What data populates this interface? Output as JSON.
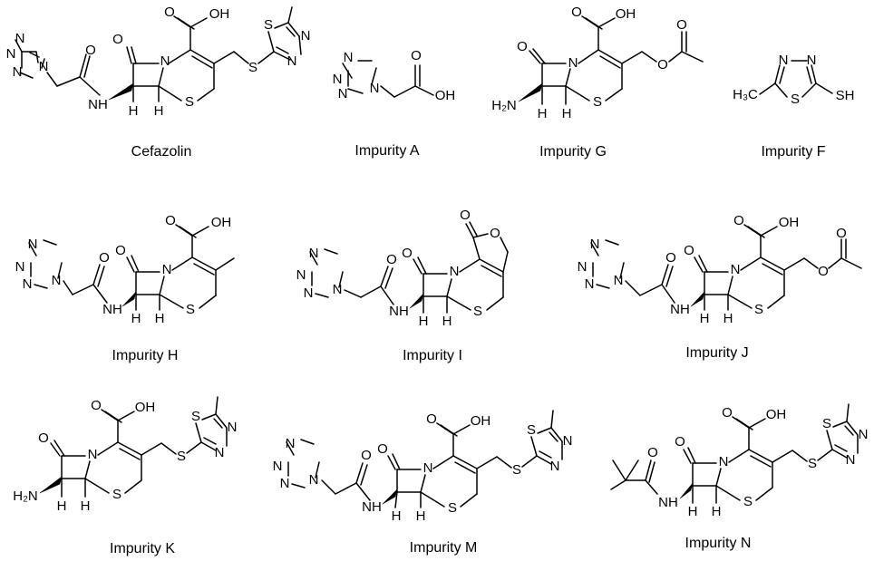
{
  "captions": {
    "cefazolin": "Cefazolin",
    "impurity_a": "Impurity A",
    "impurity_g": "Impurity G",
    "impurity_f": "Impurity F",
    "impurity_h": "Impurity H",
    "impurity_i": "Impurity I",
    "impurity_j": "Impurity J",
    "impurity_k": "Impurity K",
    "impurity_m": "Impurity M",
    "impurity_n": "Impurity N"
  },
  "atoms": {
    "N": "N",
    "O": "O",
    "S": "S",
    "H": "H",
    "OH": "OH",
    "NH": "NH",
    "H2N": "H₂N",
    "H3C": "H₃C",
    "SH": "SH"
  }
}
